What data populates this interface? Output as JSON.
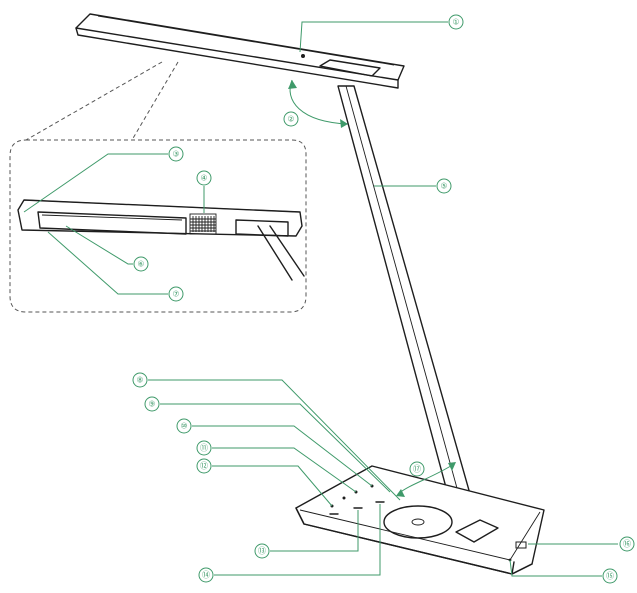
{
  "figure": {
    "colors": {
      "leader": "#3f9a6a",
      "outline": "#1e1e1e",
      "dashed": "#555555",
      "background": "#ffffff"
    },
    "callouts": [
      {
        "id": "1",
        "label": "①"
      },
      {
        "id": "2",
        "label": "②"
      },
      {
        "id": "3",
        "label": "③"
      },
      {
        "id": "4",
        "label": "④"
      },
      {
        "id": "5",
        "label": "⑤"
      },
      {
        "id": "6",
        "label": "⑥"
      },
      {
        "id": "7",
        "label": "⑦"
      },
      {
        "id": "8",
        "label": "⑧"
      },
      {
        "id": "9",
        "label": "⑨"
      },
      {
        "id": "10",
        "label": "⑩"
      },
      {
        "id": "11",
        "label": "⑪"
      },
      {
        "id": "12",
        "label": "⑫"
      },
      {
        "id": "13",
        "label": "⑬"
      },
      {
        "id": "14",
        "label": "⑭"
      },
      {
        "id": "15",
        "label": "⑮"
      },
      {
        "id": "16",
        "label": "⑯"
      },
      {
        "id": "17",
        "label": "⑰"
      }
    ]
  }
}
